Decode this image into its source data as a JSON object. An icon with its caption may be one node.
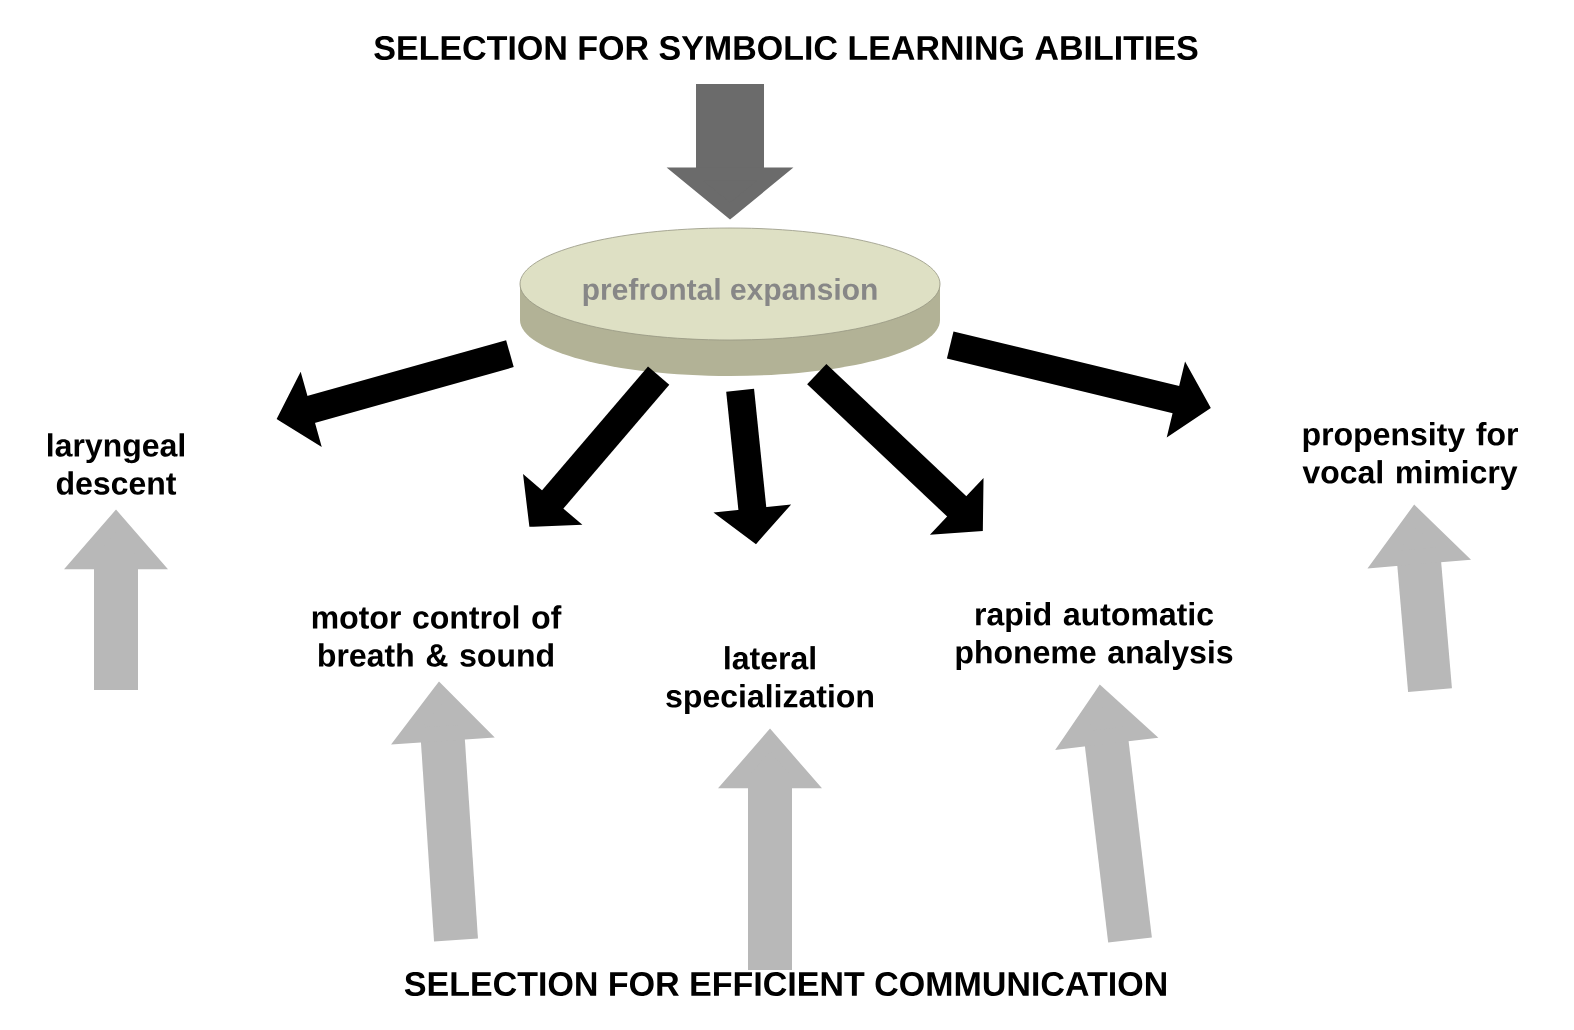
{
  "diagram": {
    "title": "SELECTION FOR SYMBOLIC LEARNING ABILITIES",
    "caption": "SELECTION FOR EFFICIENT COMMUNICATION",
    "nodes": [
      {
        "text": [
          "prefrontal expansion"
        ]
      },
      {
        "text": [
          "laryngeal descent"
        ]
      },
      {
        "text": [
          "motor control of breath & sound"
        ]
      },
      {
        "text": [
          "lateral specialization"
        ]
      },
      {
        "text": [
          "rapid automatic phoneme analysis"
        ]
      },
      {
        "text": [
          "propensity for vocal mimicry"
        ]
      }
    ],
    "edges": [
      {
        "from": null,
        "to": 0,
        "arrow": "to",
        "color": "#6b6b6b"
      },
      {
        "from": 0,
        "to": 1,
        "arrow": "to"
      },
      {
        "from": 0,
        "to": 2,
        "arrow": "to"
      },
      {
        "from": 0,
        "to": 3,
        "arrow": "to"
      },
      {
        "from": 0,
        "to": 4,
        "arrow": "to"
      },
      {
        "from": 0,
        "to": 5,
        "arrow": "to"
      },
      {
        "from": null,
        "to": 1,
        "arrow": "to",
        "color": "#b8b8b8"
      },
      {
        "from": null,
        "to": 2,
        "arrow": "to",
        "color": "#b8b8b8"
      },
      {
        "from": null,
        "to": 3,
        "arrow": "to",
        "color": "#b8b8b8"
      },
      {
        "from": null,
        "to": 4,
        "arrow": "to",
        "color": "#b8b8b8"
      },
      {
        "from": null,
        "to": 5,
        "arrow": "to",
        "color": "#b8b8b8"
      }
    ]
  }
}
